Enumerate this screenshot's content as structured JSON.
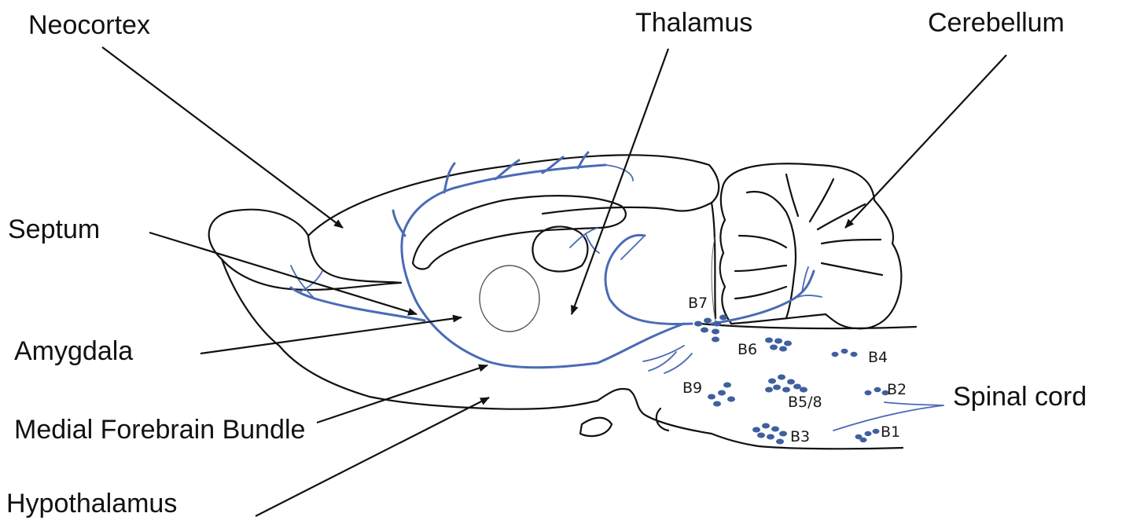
{
  "labels": {
    "neocortex": "Neocortex",
    "thalamus": "Thalamus",
    "cerebellum": "Cerebellum",
    "septum": "Septum",
    "amygdala": "Amygdala",
    "medial_forebrain_bundle": "Medial Forebrain Bundle",
    "hypothalamus": "Hypothalamus",
    "spinal_cord": "Spinal cord"
  },
  "nuclei": {
    "b1": "B1",
    "b2": "B2",
    "b3": "B3",
    "b4": "B4",
    "b5_8": "B5/8",
    "b6": "B6",
    "b7": "B7",
    "b9": "B9"
  },
  "colors": {
    "outline": "#111111",
    "projection": "#4a6bb5",
    "nucleus_dot": "#3f5f9e"
  }
}
